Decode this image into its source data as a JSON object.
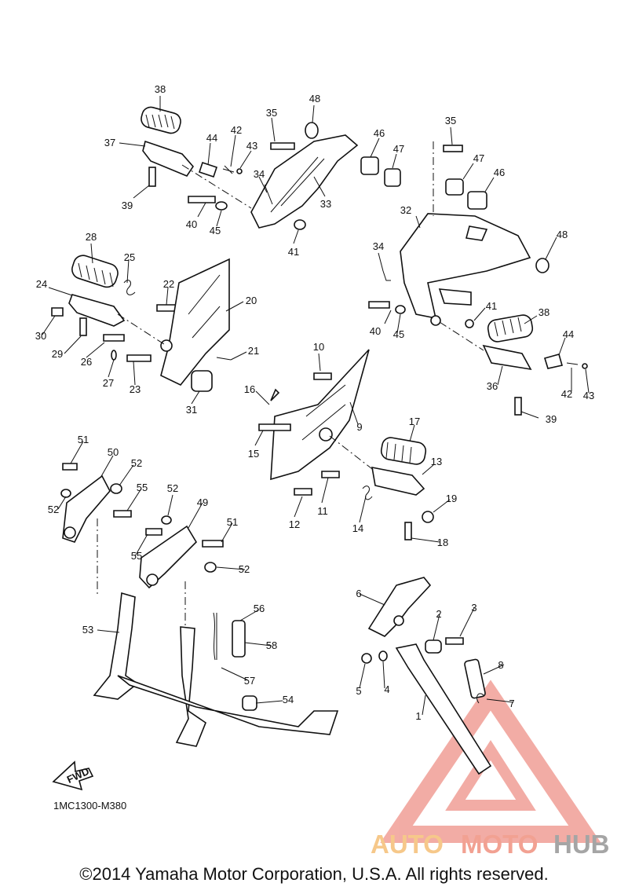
{
  "diagram": {
    "part_code": "1MC1300-M380",
    "fwd_label": "FWD",
    "copyright": "©2014 Yamaha Motor Corporation, U.S.A. All rights reserved.",
    "watermark": {
      "auto": "AUTO",
      "moto": "MOTO",
      "hub": "HUB",
      "colors": {
        "auto": "#f6c88a",
        "moto": "#f2a192",
        "hub": "#a5a5a5",
        "triangle": "#e96a5d"
      }
    },
    "callouts": [
      "38",
      "37",
      "39",
      "44",
      "42",
      "43",
      "35",
      "48",
      "46",
      "47",
      "34",
      "33",
      "40",
      "45",
      "41",
      "35",
      "47",
      "46",
      "32",
      "48",
      "34",
      "41",
      "40",
      "45",
      "38",
      "44",
      "42",
      "43",
      "36",
      "39",
      "28",
      "25",
      "24",
      "30",
      "29",
      "26",
      "27",
      "22",
      "20",
      "21",
      "23",
      "31",
      "10",
      "16",
      "9",
      "15",
      "17",
      "13",
      "19",
      "11",
      "12",
      "14",
      "18",
      "51",
      "50",
      "52",
      "52",
      "55",
      "52",
      "49",
      "51",
      "55",
      "52",
      "6",
      "2",
      "3",
      "8",
      "7",
      "5",
      "4",
      "1",
      "53",
      "56",
      "58",
      "57",
      "54"
    ]
  }
}
